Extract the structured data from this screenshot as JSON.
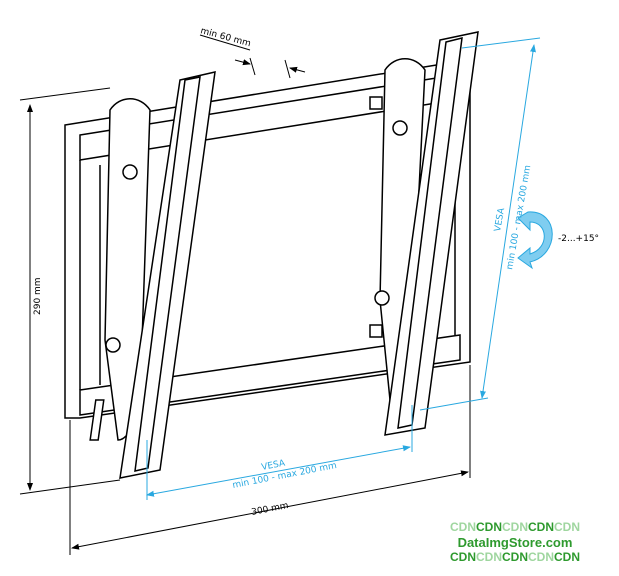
{
  "dimensions": {
    "height": "290 mm",
    "width": "300 mm",
    "min_gap": "min 60 mm",
    "vesa_h_title": "VESA",
    "vesa_h_range": "min 100 - max 200 mm",
    "vesa_v_title": "VESA",
    "vesa_v_range": "min 100 - max 200 mm",
    "tilt": "-2...+15°"
  },
  "watermark": {
    "line1": [
      "CDN",
      "CDN",
      "CDN",
      "CDN",
      "CDN"
    ],
    "line2": "DataImgStore.com",
    "line3": [
      "CDN",
      "CDN",
      "CDN",
      "CDN",
      "CDN"
    ]
  },
  "colors": {
    "accent": "#29a8e0",
    "line": "#000000",
    "watermark": "#2e9a2e"
  }
}
